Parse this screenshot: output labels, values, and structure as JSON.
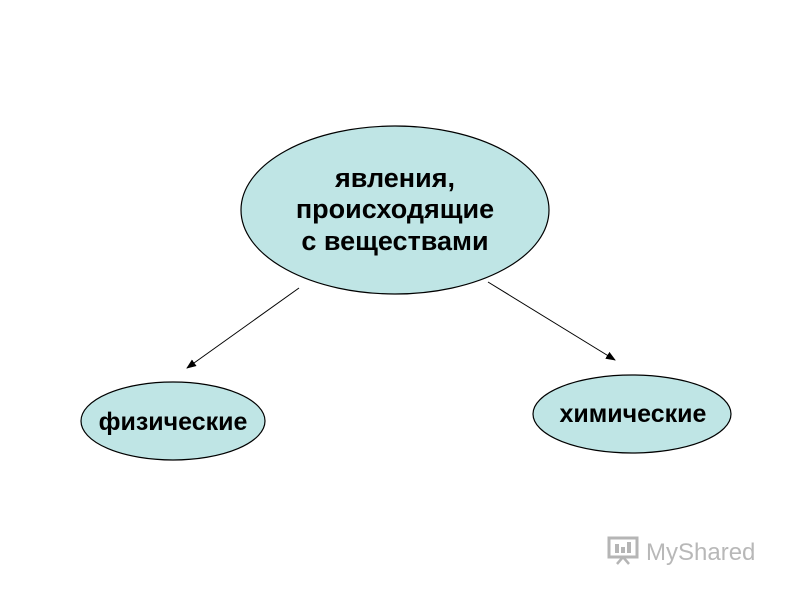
{
  "diagram": {
    "main_node": {
      "lines": [
        "явления,",
        "происходящие",
        "с веществами"
      ]
    },
    "left_node": {
      "label": "физические"
    },
    "right_node": {
      "label": "химические"
    }
  },
  "colors": {
    "node_fill": "#bfe5e5",
    "node_stroke": "#000000",
    "arrow": "#000000",
    "watermark": "#b8b8b8"
  },
  "watermark": {
    "brand": "MyShared",
    "icon": "presentation-board-icon"
  }
}
